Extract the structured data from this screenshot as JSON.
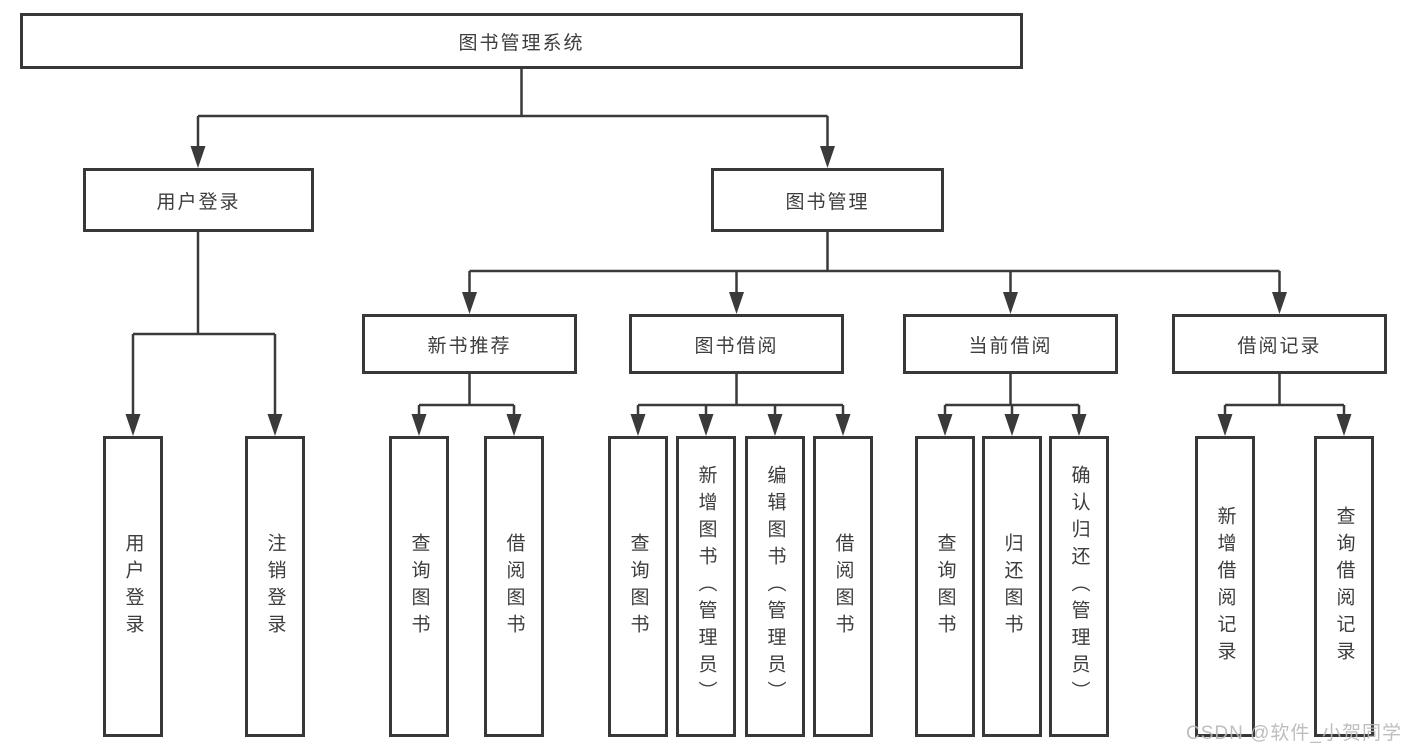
{
  "diagram": {
    "root": "图书管理系统",
    "branches": [
      {
        "label": "用户登录",
        "children": [
          "用户登录",
          "注销登录"
        ]
      },
      {
        "label": "图书管理",
        "children": [
          {
            "label": "新书推荐",
            "children": [
              "查询图书",
              "借阅图书"
            ]
          },
          {
            "label": "图书借阅",
            "children": [
              "查询图书",
              "新增图书（管理员）",
              "编辑图书（管理员）",
              "借阅图书"
            ]
          },
          {
            "label": "当前借阅",
            "children": [
              "查询图书",
              "归还图书",
              "确认归还（管理员）"
            ]
          },
          {
            "label": "借阅记录",
            "children": [
              "新增借阅记录",
              "查询借阅记录"
            ]
          }
        ]
      }
    ]
  },
  "watermark": "CSDN @软件_小贺同学",
  "colors": {
    "line": "#3a3a3a",
    "border": "#383838",
    "text": "#3d3d3d",
    "watermark": "#b8b8b8",
    "background": "#ffffff"
  }
}
